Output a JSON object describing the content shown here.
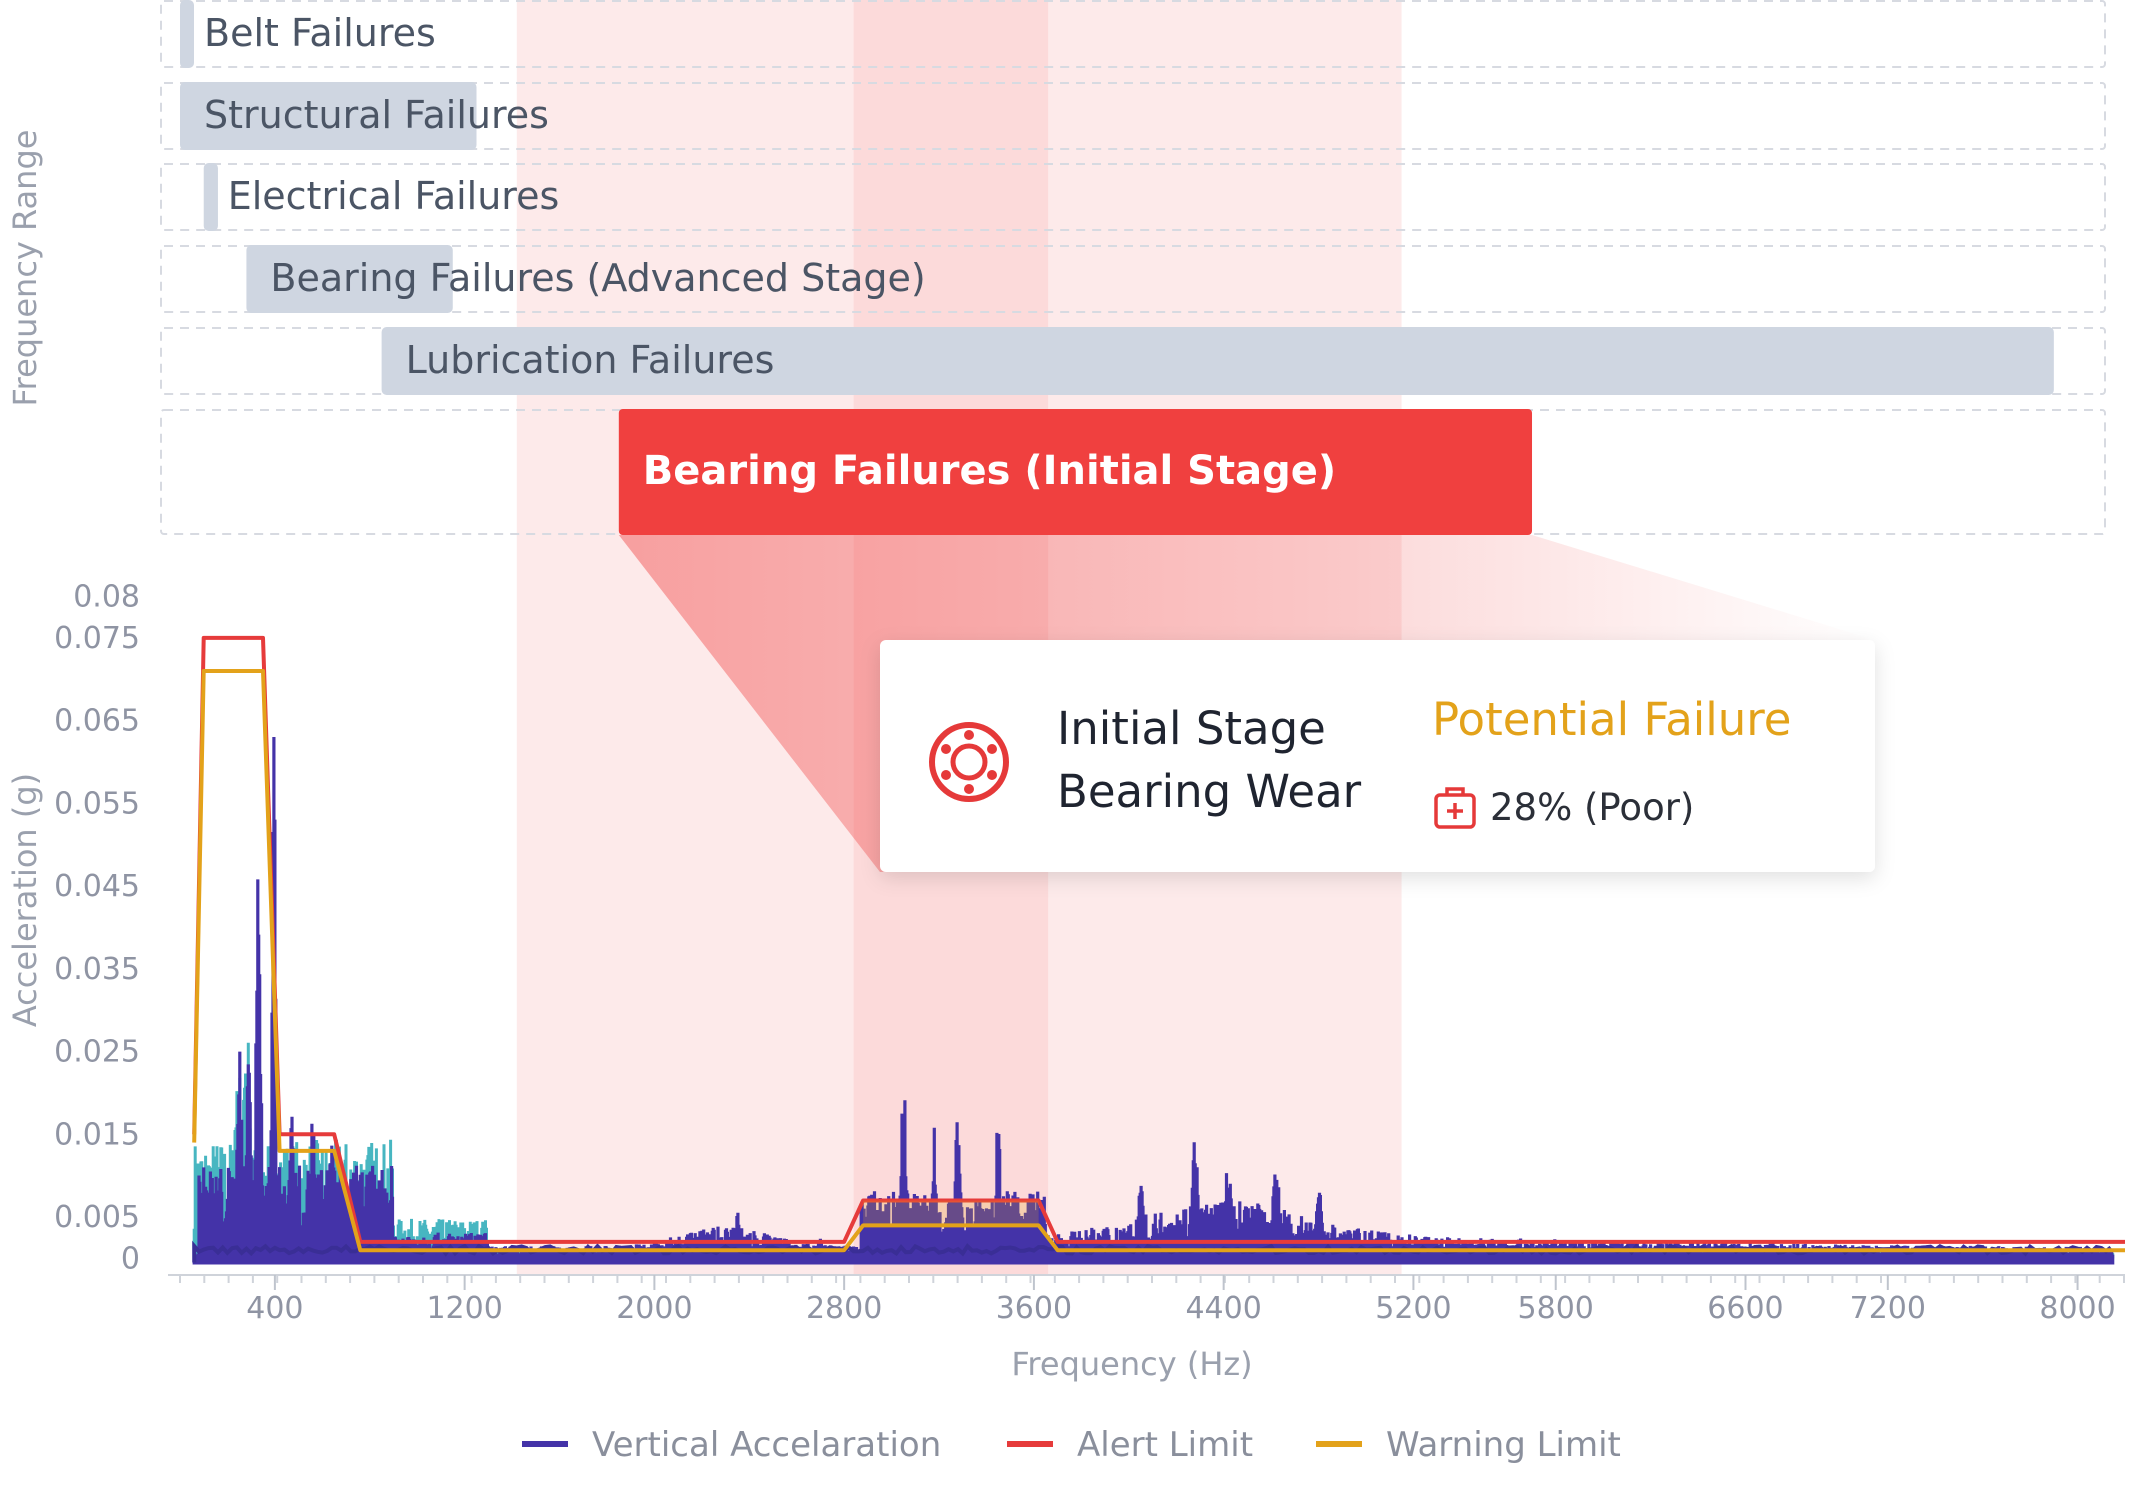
{
  "chart_data": {
    "type": "line",
    "xlabel": "Frequency (Hz)",
    "ylabel": "Acceleration (g)",
    "band_axis_label": "Frequency Range",
    "xlim": [
      0,
      8200
    ],
    "ylim": [
      -0.002,
      0.082
    ],
    "x_ticks": [
      400,
      1200,
      2000,
      2800,
      3600,
      4400,
      5200,
      5800,
      6600,
      7200,
      8000
    ],
    "y_ticks": [
      {
        "v": 0.08,
        "label": "0.08"
      },
      {
        "v": 0.075,
        "label": "0.075"
      },
      {
        "v": 0.065,
        "label": "0.065"
      },
      {
        "v": 0.055,
        "label": "0.055"
      },
      {
        "v": 0.045,
        "label": "0.045"
      },
      {
        "v": 0.035,
        "label": "0.035"
      },
      {
        "v": 0.025,
        "label": "0.025"
      },
      {
        "v": 0.015,
        "label": "0.015"
      },
      {
        "v": 0.005,
        "label": "0.005"
      },
      {
        "v": 0.0,
        "label": "0"
      }
    ],
    "frequency_bands": [
      {
        "name": "Belt Failures",
        "start": 0,
        "end": 50,
        "highlight": false
      },
      {
        "name": "Structural Failures",
        "start": 0,
        "end": 1250,
        "highlight": false
      },
      {
        "name": "Electrical Failures",
        "start": 100,
        "end": 160,
        "highlight": false
      },
      {
        "name": "Bearing Failures (Advanced Stage)",
        "start": 280,
        "end": 1150,
        "highlight": false
      },
      {
        "name": "Lubrication Failures",
        "start": 850,
        "end": 7900,
        "highlight": false
      },
      {
        "name": "Bearing Failures (Initial Stage)",
        "start": 1850,
        "end": 5700,
        "highlight": true
      }
    ],
    "highlight_regions": [
      {
        "start": 1420,
        "end": 5150
      },
      {
        "start": 2840,
        "end": 3660
      }
    ],
    "series": [
      {
        "name": "Vertical Accelaration",
        "color": "#4433a8",
        "role": "spectrum"
      },
      {
        "name": "Alert Limit",
        "color": "#e63b3b",
        "role": "limit",
        "points": [
          [
            60,
            0.015
          ],
          [
            100,
            0.075
          ],
          [
            350,
            0.075
          ],
          [
            420,
            0.015
          ],
          [
            650,
            0.015
          ],
          [
            760,
            0.002
          ],
          [
            2800,
            0.002
          ],
          [
            2880,
            0.007
          ],
          [
            3620,
            0.007
          ],
          [
            3700,
            0.002
          ],
          [
            8200,
            0.002
          ]
        ]
      },
      {
        "name": "Warning Limit",
        "color": "#e3a21a",
        "role": "limit",
        "points": [
          [
            60,
            0.014
          ],
          [
            100,
            0.071
          ],
          [
            350,
            0.071
          ],
          [
            420,
            0.013
          ],
          [
            650,
            0.013
          ],
          [
            760,
            0.001
          ],
          [
            2800,
            0.001
          ],
          [
            2880,
            0.004
          ],
          [
            3620,
            0.004
          ],
          [
            3700,
            0.001
          ],
          [
            8200,
            0.001
          ]
        ]
      }
    ],
    "legend": [
      {
        "label": "Vertical Accelaration",
        "color": "#4433a8"
      },
      {
        "label": "Alert Limit",
        "color": "#e63b3b"
      },
      {
        "label": "Warning Limit",
        "color": "#e3a21a"
      }
    ],
    "annotation": {
      "title_line1": "Initial Stage",
      "title_line2": "Bearing Wear",
      "status": "Potential Failure",
      "status_color": "#e3a21a",
      "health": "28% (Poor)",
      "icon": "bearing-icon",
      "health_icon": "health-kit-icon"
    }
  }
}
